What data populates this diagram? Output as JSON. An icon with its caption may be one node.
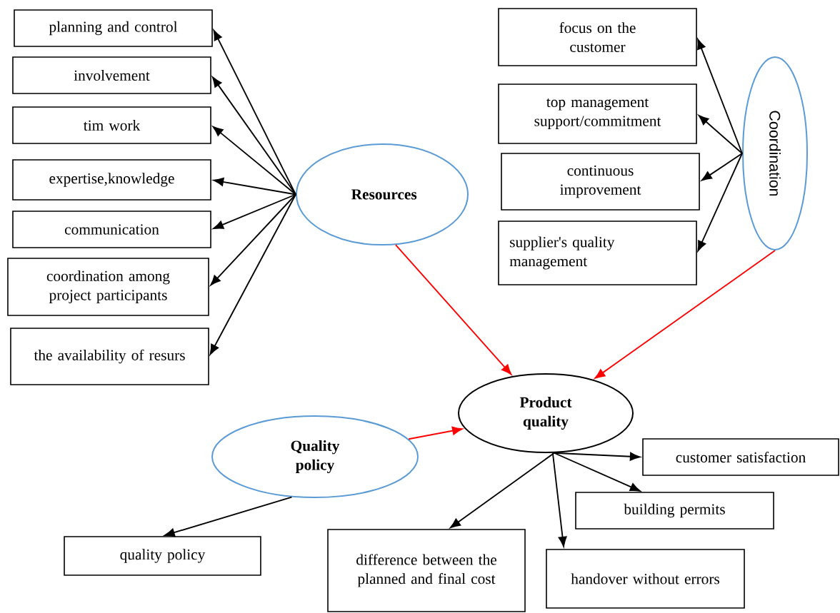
{
  "diagram": {
    "nodes": [
      {
        "text": [
          "Resources"
        ]
      },
      {
        "text": [
          "planning and control"
        ]
      },
      {
        "text": [
          "involvement"
        ]
      },
      {
        "text": [
          "tim work"
        ]
      },
      {
        "text": [
          "expertise,knowledge"
        ]
      },
      {
        "text": [
          "communication"
        ]
      },
      {
        "text": [
          "coordination among project participants"
        ]
      },
      {
        "text": [
          "the availability of resurs"
        ]
      },
      {
        "text": [
          "Coordination"
        ]
      },
      {
        "text": [
          "focus on the customer"
        ]
      },
      {
        "text": [
          "top management support/commitment"
        ]
      },
      {
        "text": [
          "continuous improvement"
        ]
      },
      {
        "text": [
          "supplier's quality management"
        ]
      },
      {
        "text": [
          "Product quality"
        ]
      },
      {
        "text": [
          "Quality policy"
        ]
      },
      {
        "text": [
          "quality policy"
        ]
      },
      {
        "text": [
          "customer satisfaction"
        ]
      },
      {
        "text": [
          "building permits"
        ]
      },
      {
        "text": [
          "difference between the planned and final cost"
        ]
      },
      {
        "text": [
          "handover without errors"
        ]
      }
    ],
    "edges": [
      {
        "from": 0,
        "to": 1,
        "arrow": "to"
      },
      {
        "from": 0,
        "to": 2,
        "arrow": "to"
      },
      {
        "from": 0,
        "to": 3,
        "arrow": "to"
      },
      {
        "from": 0,
        "to": 4,
        "arrow": "to"
      },
      {
        "from": 0,
        "to": 5,
        "arrow": "to"
      },
      {
        "from": 0,
        "to": 6,
        "arrow": "to"
      },
      {
        "from": 0,
        "to": 7,
        "arrow": "to"
      },
      {
        "from": 8,
        "to": 9,
        "arrow": "to"
      },
      {
        "from": 8,
        "to": 10,
        "arrow": "to"
      },
      {
        "from": 8,
        "to": 11,
        "arrow": "to"
      },
      {
        "from": 8,
        "to": 12,
        "arrow": "to"
      },
      {
        "from": 0,
        "to": 13,
        "arrow": "to",
        "color": "#ff0000"
      },
      {
        "from": 8,
        "to": 13,
        "arrow": "to",
        "color": "#ff0000"
      },
      {
        "from": 14,
        "to": 13,
        "arrow": "to",
        "color": "#ff0000"
      },
      {
        "from": 14,
        "to": 15,
        "arrow": "to"
      },
      {
        "from": 13,
        "to": 16,
        "arrow": "to"
      },
      {
        "from": 13,
        "to": 17,
        "arrow": "to"
      },
      {
        "from": 13,
        "to": 18,
        "arrow": "to"
      },
      {
        "from": 13,
        "to": 19,
        "arrow": "to"
      }
    ]
  }
}
